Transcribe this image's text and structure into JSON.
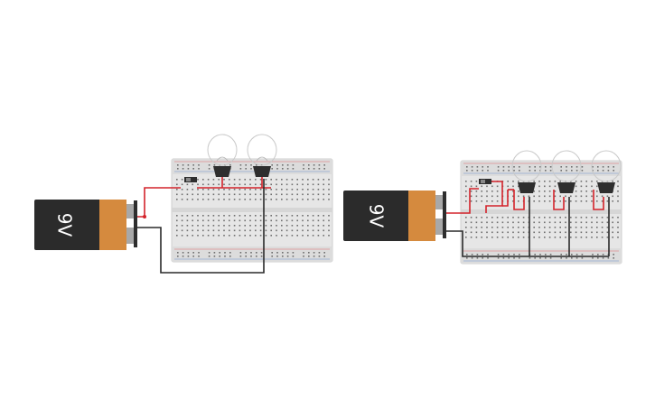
{
  "circuits": [
    {
      "battery_label": "9V",
      "bulbs": 2
    },
    {
      "battery_label": "9V",
      "bulbs": 3
    }
  ],
  "colors": {
    "wire_red": "#d4232b",
    "wire_black": "#2a2a2a",
    "battery_body": "#2b2b2b",
    "battery_cap": "#d58a3e",
    "breadboard": "#e8e8e8",
    "hole": "#6f6f6f",
    "rail_red": "#e0686b",
    "rail_blue": "#6a8fc9"
  }
}
